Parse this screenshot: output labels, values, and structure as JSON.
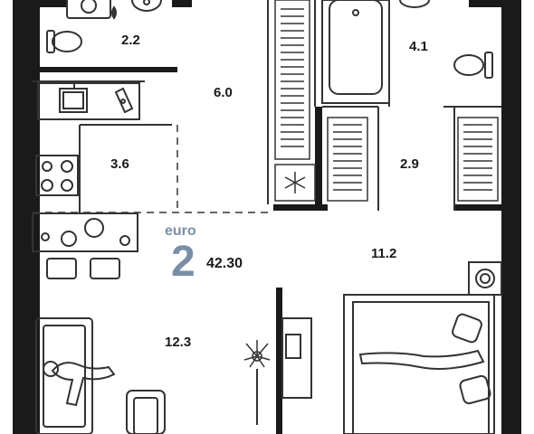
{
  "rooms": [
    {
      "id": "wc-small",
      "area": "2.2"
    },
    {
      "id": "bath",
      "area": "4.1"
    },
    {
      "id": "hall",
      "area": "6.0"
    },
    {
      "id": "kitchen",
      "area": "3.6"
    },
    {
      "id": "storage",
      "area": "2.9"
    },
    {
      "id": "bedroom",
      "area": "11.2"
    },
    {
      "id": "living",
      "area": "12.3"
    }
  ],
  "apartment": {
    "type_label": "euro",
    "rooms_count": "2",
    "total_area": "42.30"
  },
  "colors": {
    "wall": "#1a1a1a",
    "line": "#333333",
    "accent": "#7a8fa6",
    "background": "#ffffff"
  },
  "icons": [
    "washing-machine-icon",
    "toilet-icon",
    "sink-icon",
    "bathtub-icon",
    "radiator-icon",
    "snowflake-icon",
    "stove-icon",
    "dining-table-icon",
    "bed-icon",
    "sofa-icon",
    "armchair-icon",
    "plant-icon",
    "tv-stand-icon"
  ]
}
